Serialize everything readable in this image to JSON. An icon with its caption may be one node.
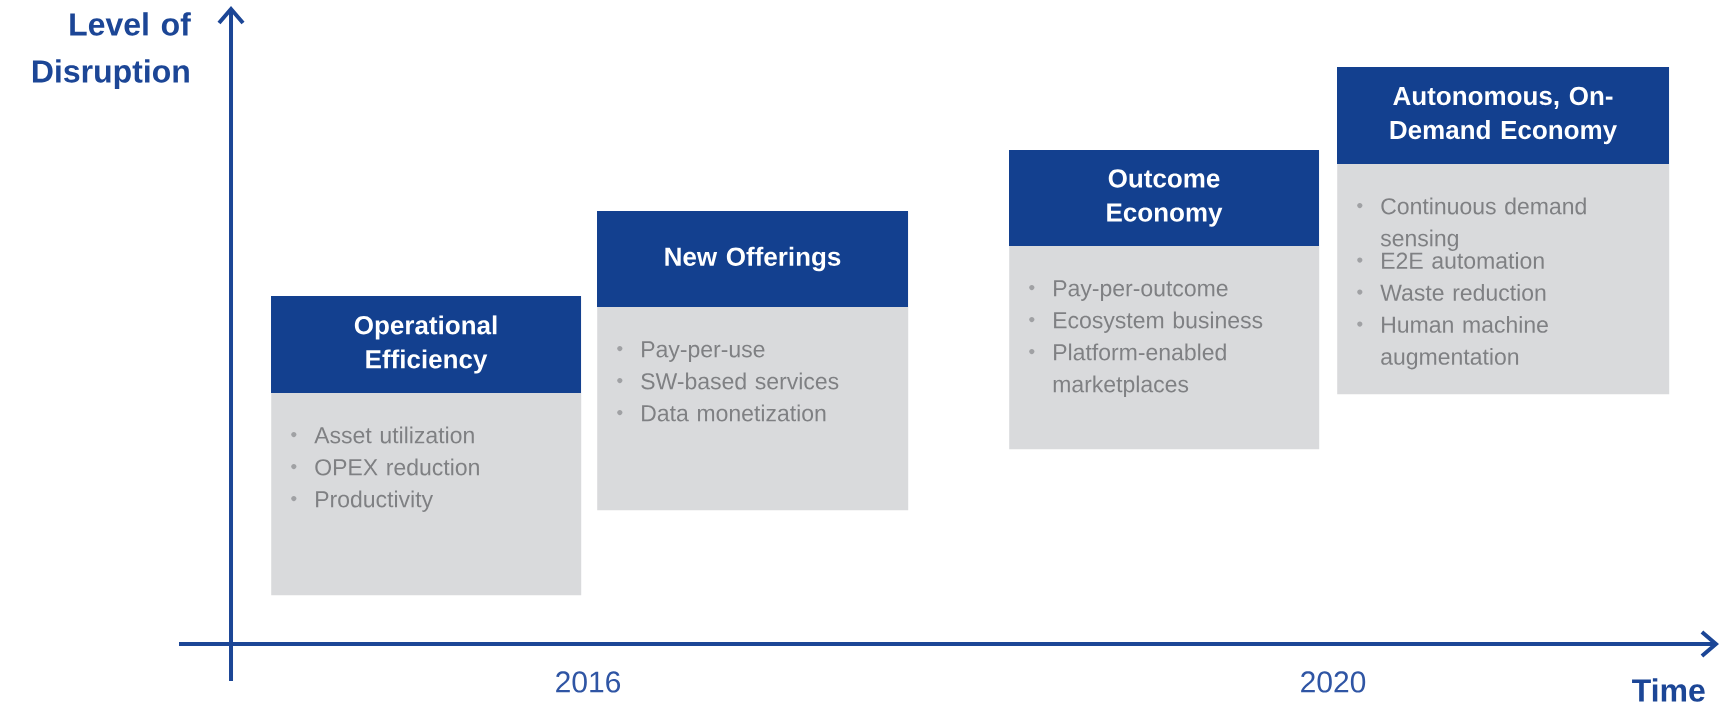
{
  "diagram": {
    "nodes": [
      {
        "text": [
          "Operational Efficiency",
          "Asset utilization",
          "OPEX reduction",
          "Productivity"
        ]
      },
      {
        "text": [
          "New Offerings",
          "Pay-per-use",
          "SW-based services",
          "Data monetization"
        ]
      },
      {
        "text": [
          "Outcome Economy",
          "Pay-per-outcome",
          "Ecosystem business",
          "Platform-enabled marketplaces"
        ]
      },
      {
        "text": [
          "Autonomous, On-Demand Economy",
          "Continuous demand sensing",
          "E2E automation",
          "Waste reduction",
          "Human machine augmentation"
        ]
      }
    ],
    "labels": [
      "Level of Disruption",
      "2016",
      "2020",
      "Time"
    ]
  }
}
